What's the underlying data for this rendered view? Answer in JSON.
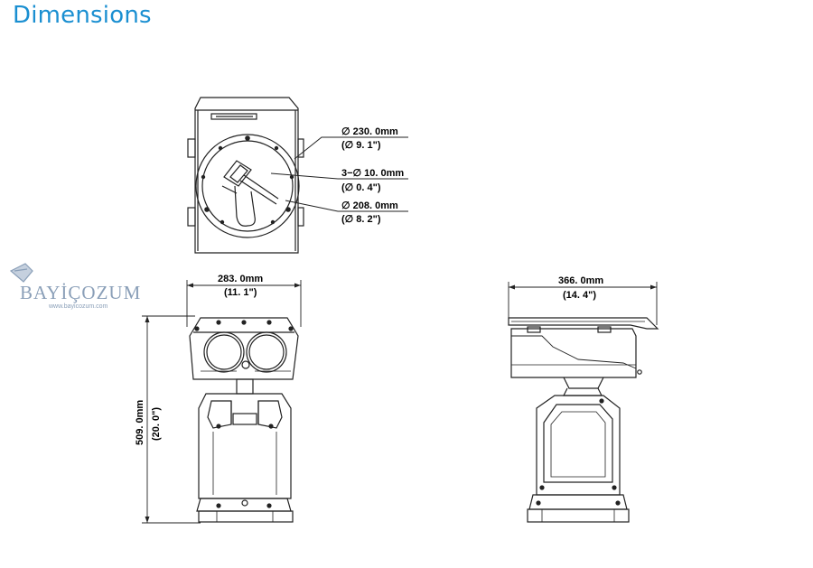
{
  "page": {
    "title": "Dimensions"
  },
  "watermark": {
    "brand": "BAYİÇOZUM",
    "url": "www.bayicozum.com"
  },
  "top_view": {
    "callouts": [
      {
        "mm": "∅ 230. 0mm",
        "in": "(∅ 9. 1\")"
      },
      {
        "mm": "3−∅ 10. 0mm",
        "in": "(∅ 0. 4\")"
      },
      {
        "mm": "∅ 208. 0mm",
        "in": "(∅ 8. 2\")"
      }
    ]
  },
  "front_view": {
    "width": {
      "mm": "283. 0mm",
      "in": "(11. 1\")"
    },
    "height": {
      "mm": "509. 0mm",
      "in": "(20. 0\")"
    }
  },
  "side_view": {
    "width": {
      "mm": "366. 0mm",
      "in": "(14. 4\")"
    }
  }
}
